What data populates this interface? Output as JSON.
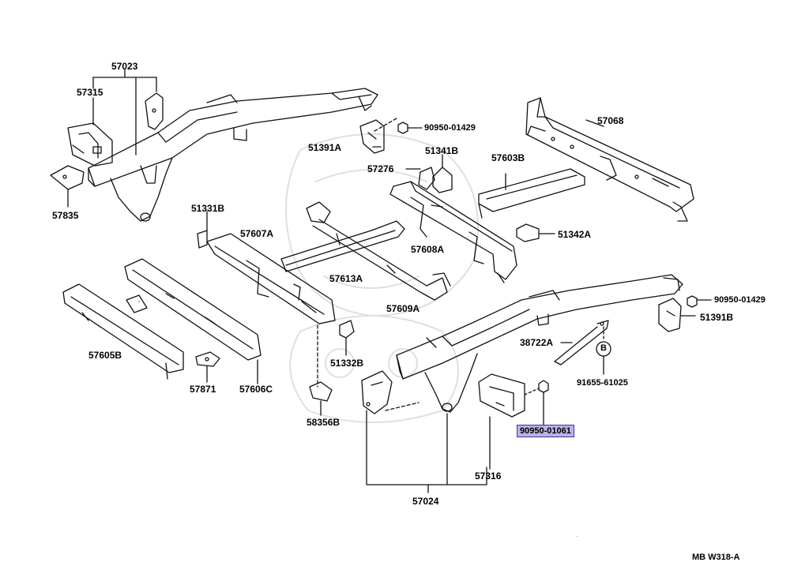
{
  "diagram": {
    "labels": {
      "p57023": "57023",
      "p57315": "57315",
      "p57835": "57835",
      "p51391A": "51391A",
      "p90950_01429_top": "90950-01429",
      "p51341B": "51341B",
      "p57276": "57276",
      "p57068": "57068",
      "p57603B": "57603B",
      "p51342A": "51342A",
      "p51331B": "51331B",
      "p57607A": "57607A",
      "p57608A": "57608A",
      "p57613A": "57613A",
      "p57609A": "57609A",
      "p90950_01429_right": "90950-01429",
      "p51391B": "51391B",
      "p38722A": "38722A",
      "p91655_61025": "91655-61025",
      "p57605B": "57605B",
      "p57871": "57871",
      "p57606C": "57606C",
      "p51332B": "51332B",
      "p58356B": "58356B",
      "p90950_01061": "90950-01061",
      "p57316": "57316",
      "p57024": "57024"
    },
    "callout_letter": "B",
    "reference_code": "MB  W318-A",
    "highlight_color": "#b9b3e6"
  }
}
